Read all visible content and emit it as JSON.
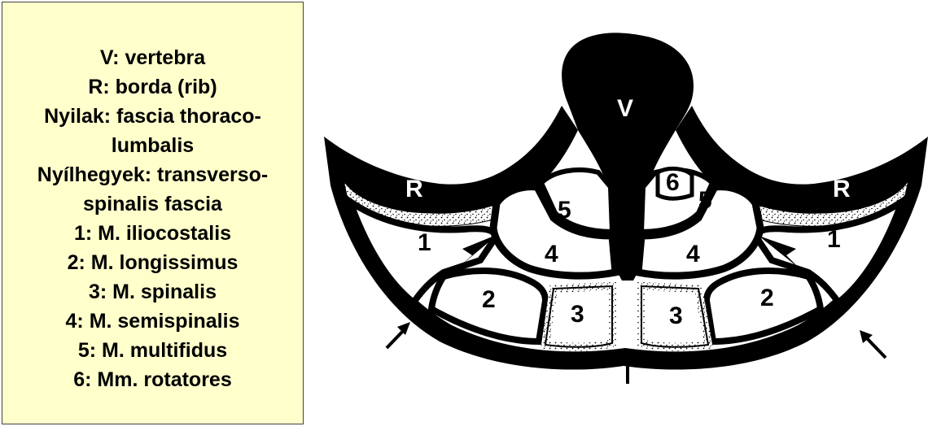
{
  "legend": {
    "lines": [
      "V: vertebra",
      "R: borda (rib)",
      "Nyilak: fascia thoraco-",
      "lumbalis",
      "Nyílhegyek: transverso-",
      "spinalis fascia",
      "1: M. iliocostalis",
      "2: M. longissimus",
      "3: M. spinalis",
      "4: M. semispinalis",
      "5: M. multifidus",
      "6: Mm. rotatores"
    ]
  },
  "diagram": {
    "vertebra_label": "V",
    "left_rib_label": "R",
    "right_rib_label": "R",
    "left_labels": {
      "m1": "1",
      "m2": "2",
      "m3": "3",
      "m4": "4",
      "m5": "5"
    },
    "right_labels": {
      "m1": "1",
      "m2": "2",
      "m3": "3",
      "m4": "4",
      "m5": "5",
      "m6": "6"
    },
    "colors": {
      "ink": "#000000",
      "fill": "#ffffff",
      "legend_bg": "#ffffcc"
    }
  }
}
